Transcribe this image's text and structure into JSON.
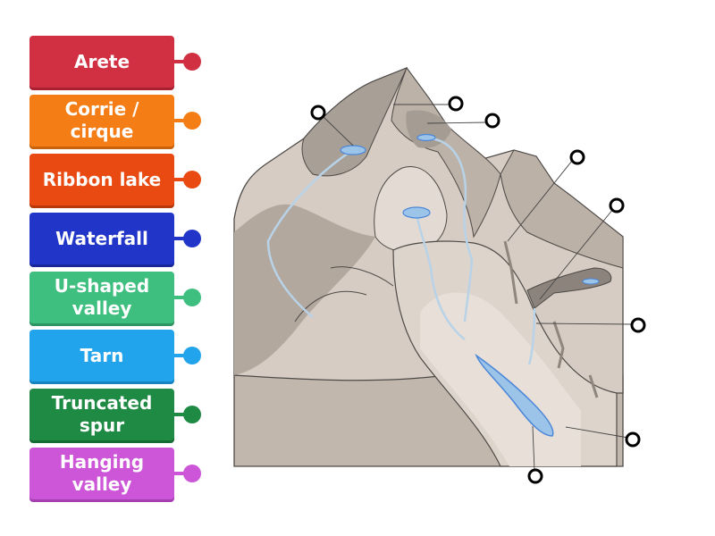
{
  "labels": [
    {
      "text": "Arete",
      "color": "#d12f42",
      "shadow": "#a9202f"
    },
    {
      "text": "Corrie / cirque",
      "color": "#f57d16",
      "shadow": "#c8620c"
    },
    {
      "text": "Ribbon lake",
      "color": "#e84a12",
      "shadow": "#b8380a"
    },
    {
      "text": "Waterfall",
      "color": "#2136c8",
      "shadow": "#17279a"
    },
    {
      "text": "U-shaped valley",
      "color": "#3fbf7f",
      "shadow": "#2e9562"
    },
    {
      "text": "Tarn",
      "color": "#22a4ec",
      "shadow": "#1682c0"
    },
    {
      "text": "Truncated spur",
      "color": "#1f8a44",
      "shadow": "#166a33"
    },
    {
      "text": "Hanging valley",
      "color": "#cc55d8",
      "shadow": "#a43fb0"
    }
  ],
  "diagram": {
    "rock_colors": {
      "light": "#d9d0c7",
      "mid": "#c2b7ad",
      "dark": "#9f958d",
      "shadow": "#6f6862",
      "outline": "#4e4a47"
    },
    "water_color": "#9cc3e8",
    "water_outline": "#4a86d8",
    "stream_color": "#b8d2e8",
    "drop_target_count": 8
  }
}
